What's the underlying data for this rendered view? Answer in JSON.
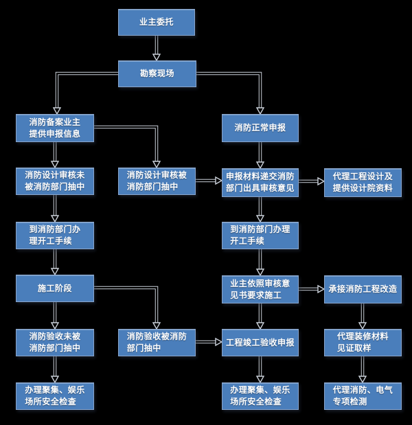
{
  "colors": {
    "background": "#000000",
    "box_fill": "#4a7ebb",
    "box_border": "#89a5cb",
    "box_text": "#ffffff",
    "connector": "#ccd2db"
  },
  "nodes": {
    "owner_entrust": {
      "label": "业主委托"
    },
    "site_survey": {
      "label": "勘察现场"
    },
    "record_owner_info": {
      "label": "消防备案业主\n提供申报信息"
    },
    "design_review_not_selected": {
      "label": "消防设计审核未\n被消防部门抽中"
    },
    "start_work_left": {
      "label": "到消防部门办\n理开工手续"
    },
    "construction_phase": {
      "label": "施工阶段"
    },
    "acceptance_not_selected": {
      "label": "消防验收未被\n消防部门抽中"
    },
    "safety_check_left": {
      "label": "办理聚集、娱乐\n场所安全检查"
    },
    "design_review_selected": {
      "label": "消防设计审核被\n消防部门抽中"
    },
    "acceptance_selected": {
      "label": "消防验收被消防\n部门抽中"
    },
    "normal_declaration": {
      "label": "消防正常申报"
    },
    "submit_materials": {
      "label": "申报材料递交消防\n部门出具审核意见"
    },
    "start_work_right": {
      "label": "到消防部门办理\n开工手续"
    },
    "construct_per_opinion": {
      "label": "业主依照审核意\n见书要求施工"
    },
    "completion_acceptance": {
      "label": "工程竣工验收申报"
    },
    "safety_check_right": {
      "label": "办理聚集、娱乐\n场所安全检查"
    },
    "agency_design": {
      "label": "代理工程设计及\n提供设计院资料"
    },
    "undertake_renovation": {
      "label": "承接消防工程改造"
    },
    "material_sampling": {
      "label": "代理装修材料\n见证取样"
    },
    "fire_electrical_testing": {
      "label": "代理消防、电气\n专项检测"
    }
  },
  "edges": [
    {
      "from": "owner_entrust",
      "to": "site_survey"
    },
    {
      "from": "site_survey",
      "to": "record_owner_info"
    },
    {
      "from": "site_survey",
      "to": "normal_declaration"
    },
    {
      "from": "record_owner_info",
      "to": "design_review_not_selected"
    },
    {
      "from": "record_owner_info",
      "to": "design_review_selected"
    },
    {
      "from": "design_review_not_selected",
      "to": "start_work_left"
    },
    {
      "from": "start_work_left",
      "to": "construction_phase"
    },
    {
      "from": "construction_phase",
      "to": "acceptance_not_selected"
    },
    {
      "from": "construction_phase",
      "to": "acceptance_selected"
    },
    {
      "from": "acceptance_not_selected",
      "to": "safety_check_left"
    },
    {
      "from": "design_review_selected",
      "to": "submit_materials"
    },
    {
      "from": "acceptance_selected",
      "to": "completion_acceptance"
    },
    {
      "from": "normal_declaration",
      "to": "submit_materials"
    },
    {
      "from": "submit_materials",
      "to": "start_work_right"
    },
    {
      "from": "submit_materials",
      "to": "agency_design"
    },
    {
      "from": "start_work_right",
      "to": "construct_per_opinion"
    },
    {
      "from": "construct_per_opinion",
      "to": "completion_acceptance"
    },
    {
      "from": "construct_per_opinion",
      "to": "undertake_renovation"
    },
    {
      "from": "completion_acceptance",
      "to": "safety_check_right"
    },
    {
      "from": "undertake_renovation",
      "to": "material_sampling"
    },
    {
      "from": "material_sampling",
      "to": "fire_electrical_testing"
    }
  ]
}
